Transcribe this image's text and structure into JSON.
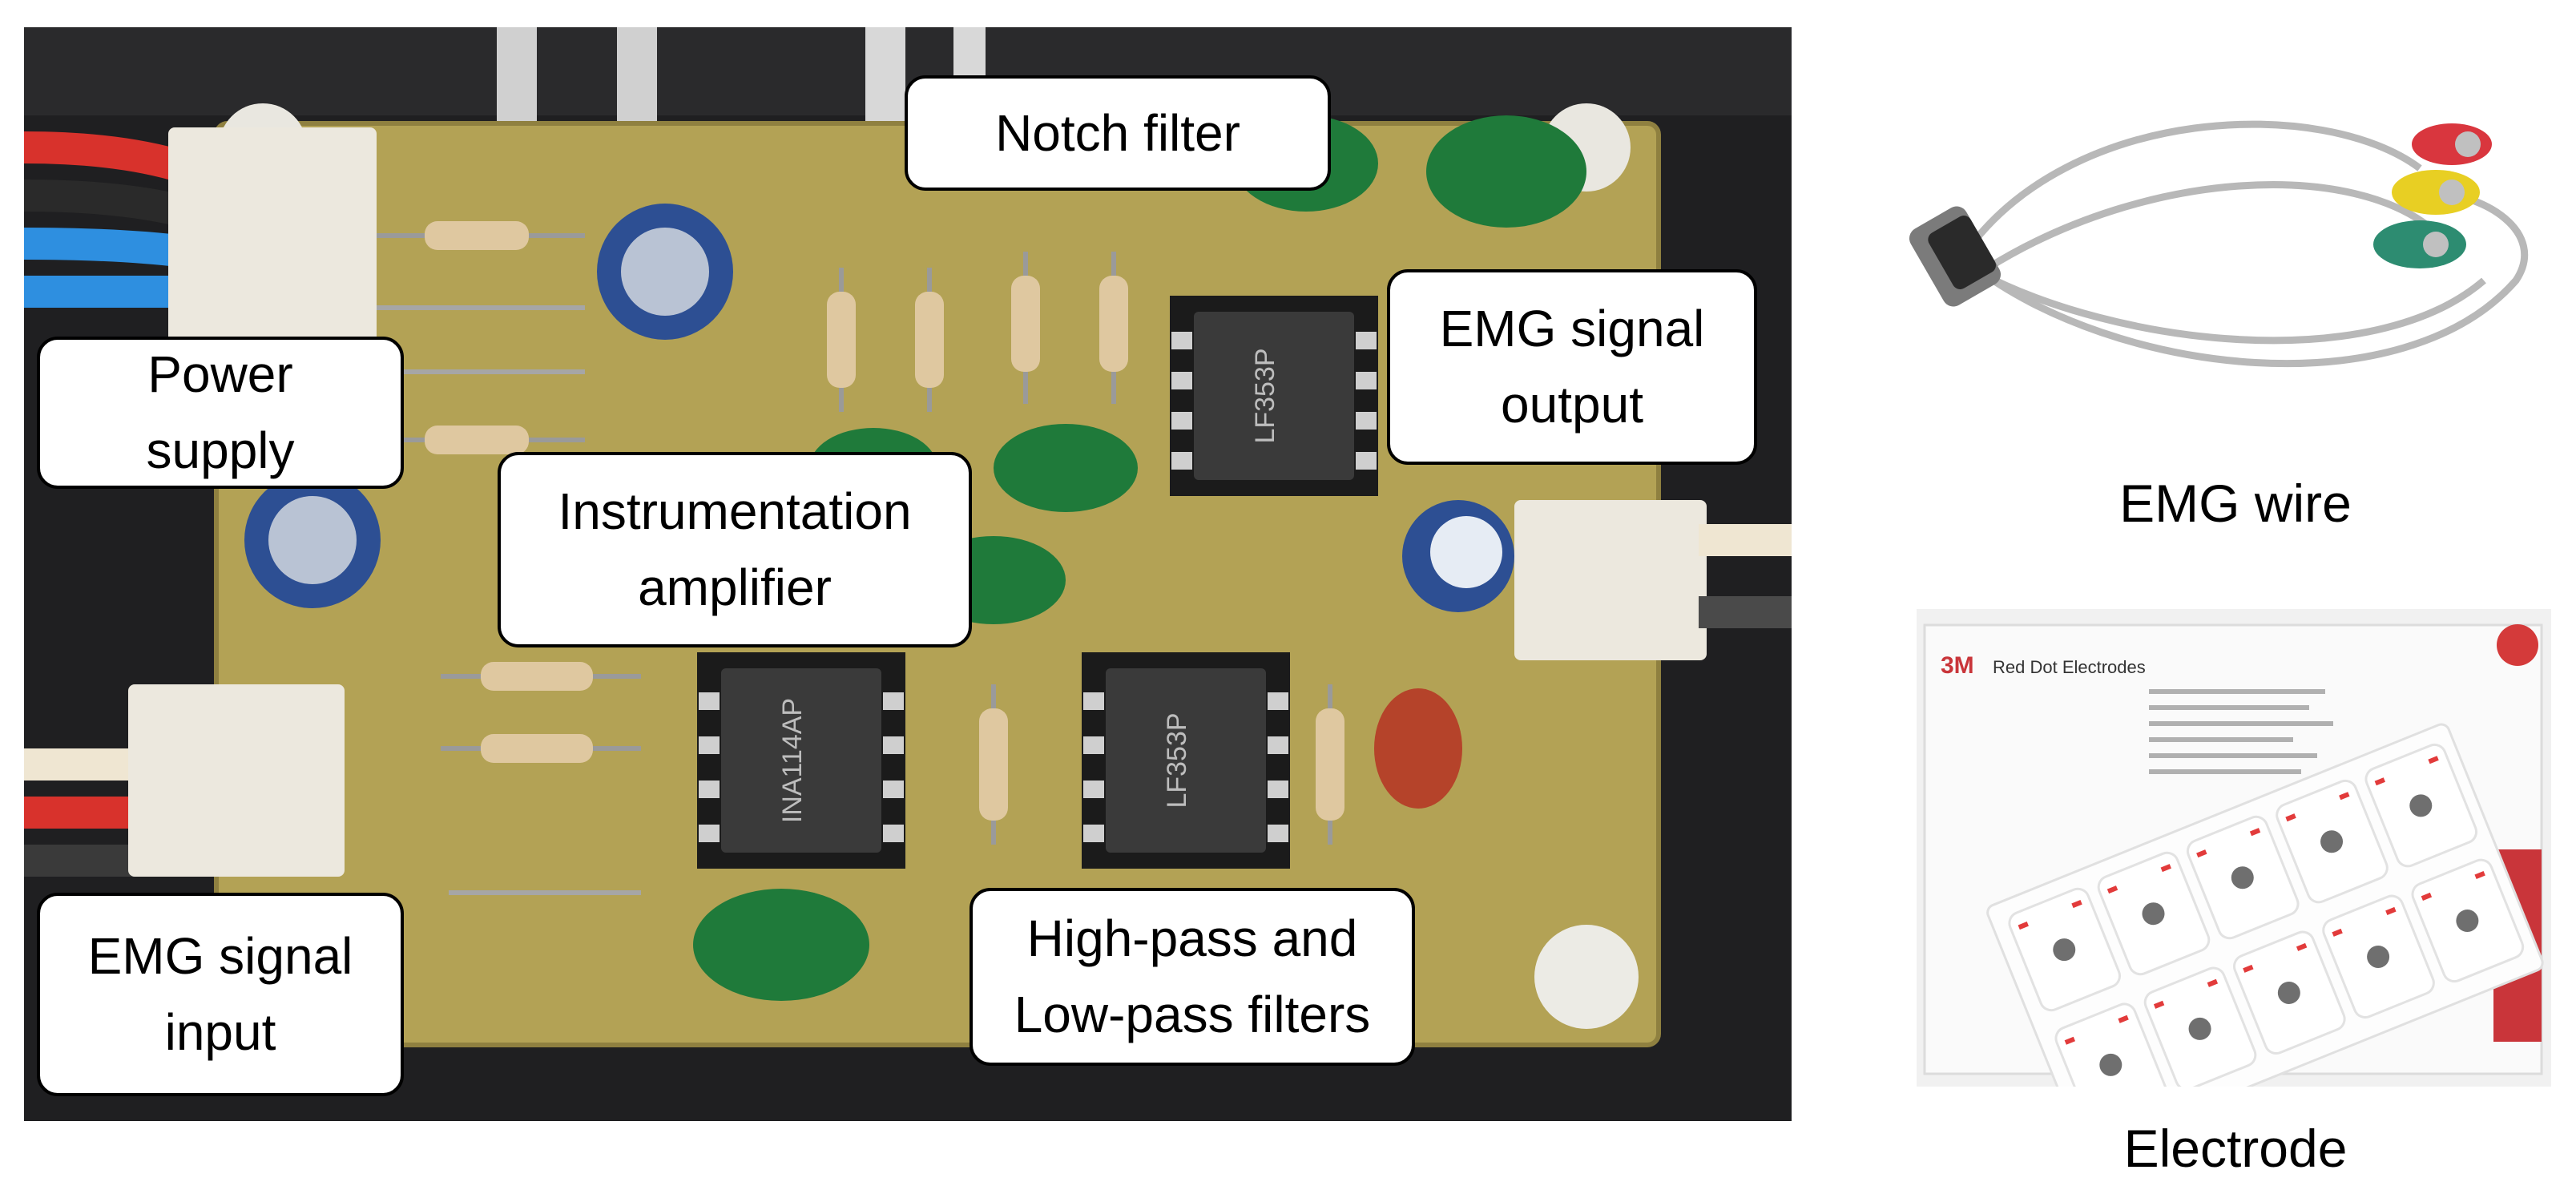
{
  "labels": {
    "notch_filter": "Notch filter",
    "power_supply": "Power\nsupply",
    "emg_signal_output": "EMG signal\noutput",
    "instrumentation_amplifier": "Instrumentation\namplifier",
    "emg_signal_input": "EMG signal\ninput",
    "high_low_pass_filters": "High-pass and\nLow-pass filters"
  },
  "captions": {
    "emg_wire": "EMG wire",
    "electrode": "Electrode"
  },
  "chip_markings": {
    "ina": "INA114AP",
    "lf353_a": "LF353P",
    "lf353_b": "LF353P"
  },
  "electrode_pack": {
    "brand": "3M",
    "product": "Red Dot Electrodes"
  },
  "colors": {
    "board": "#b8a85a",
    "capacitor_green": "#1f7a3a",
    "background_dark": "#1c1c1e",
    "wire_gray": "#bdbdbd"
  }
}
